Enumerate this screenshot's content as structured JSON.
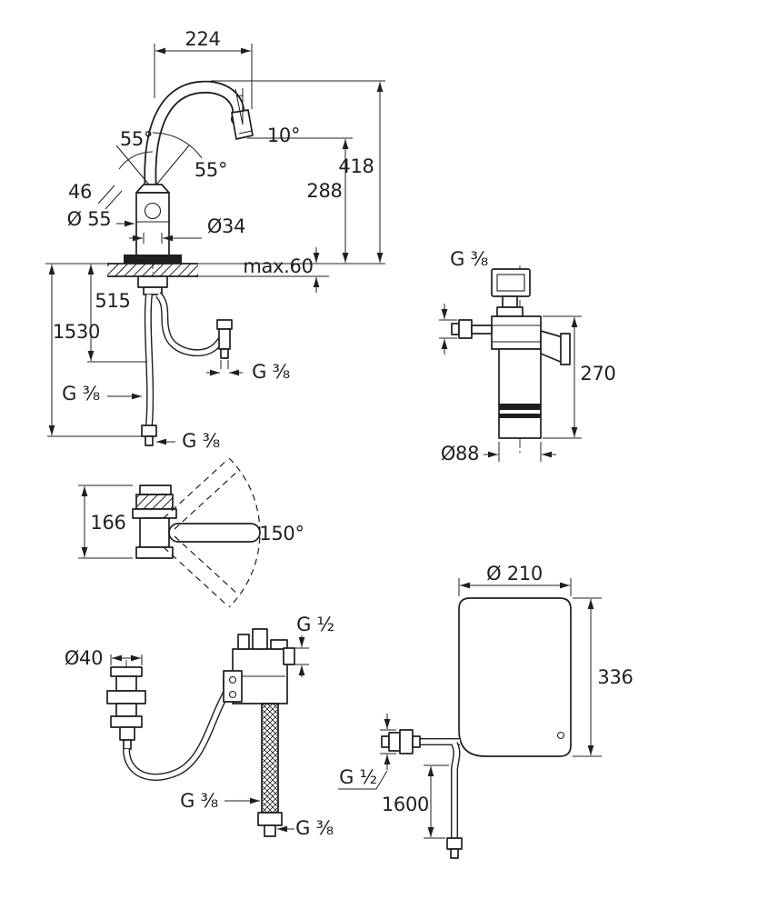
{
  "page": {
    "background": "#ffffff",
    "ink": "#1f1f1f"
  },
  "views": {
    "faucet_front": {
      "dim_spout_reach": "224",
      "dim_height_to_spout_top": "418",
      "dim_height_to_outlet": "288",
      "angle_handle_left": "55°",
      "angle_handle_right": "55°",
      "angle_outlet": "10°",
      "dim_handle_width": "46",
      "dim_body_diameter": "Ø 55",
      "dim_shank_diameter": "Ø34",
      "dim_deck_thickness": "max.60",
      "dim_hose_515": "515",
      "dim_hose_1530": "1530",
      "conn_left": "G ³⁄₈",
      "conn_right": "G ³⁄₈",
      "conn_bottom": "G ³⁄₈"
    },
    "filter_unit": {
      "conn_inlet": "G ³⁄₈",
      "dim_height": "270",
      "dim_diameter": "Ø88"
    },
    "swivel_range": {
      "dim_height": "166",
      "angle_swivel": "150°"
    },
    "mounting_unit": {
      "conn_top": "G ¹⁄₂",
      "dim_diameter": "Ø40",
      "conn_hose_side": "G ³⁄₈",
      "conn_hose_end": "G ³⁄₈"
    },
    "boiler": {
      "dim_diameter": "Ø 210",
      "dim_height": "336",
      "conn_inlet": "G ¹⁄₂",
      "dim_hose_length": "1600"
    }
  }
}
